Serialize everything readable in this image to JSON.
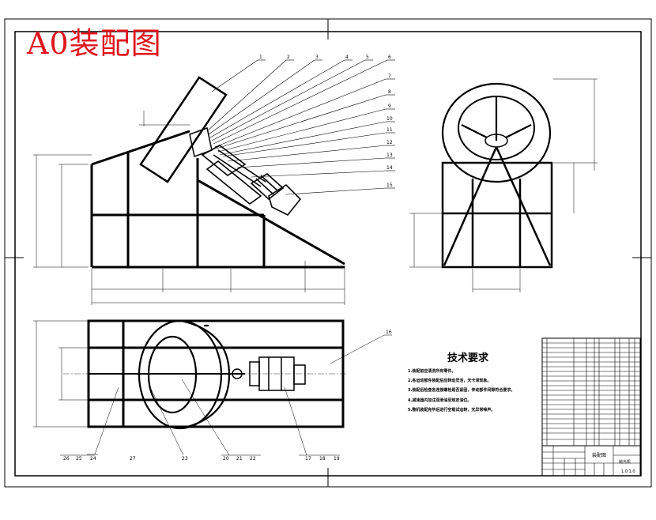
{
  "drawing": {
    "title": "A0装配图",
    "tech_heading": "技术要求",
    "tech_notes": [
      "1.装配前应清洗所有零件。",
      "2.各运动部件装配后应转动灵活，无卡滞现象。",
      "3.装配后检查各连接螺栓是否紧固，传动部件间隙符合要求。",
      "4.减速器内加注润滑油至规定油位。",
      "5.整机装配完毕后进行空载试运转，无异常噪声。"
    ],
    "front_view_callouts": [
      "1",
      "2",
      "3",
      "4",
      "5",
      "6",
      "7",
      "8",
      "9",
      "10",
      "11",
      "12",
      "13",
      "14",
      "15"
    ],
    "top_view_callouts": [
      "16",
      "17",
      "18",
      "19",
      "20",
      "21",
      "22",
      "23",
      "24",
      "25",
      "26",
      "27"
    ],
    "title_block": {
      "drawing_name": "装配图",
      "part_name": "抛光机",
      "drawing_number": "1.0:1.0"
    }
  },
  "colors": {
    "title": "#e0141e",
    "lines": "#000000",
    "background": "#ffffff"
  }
}
